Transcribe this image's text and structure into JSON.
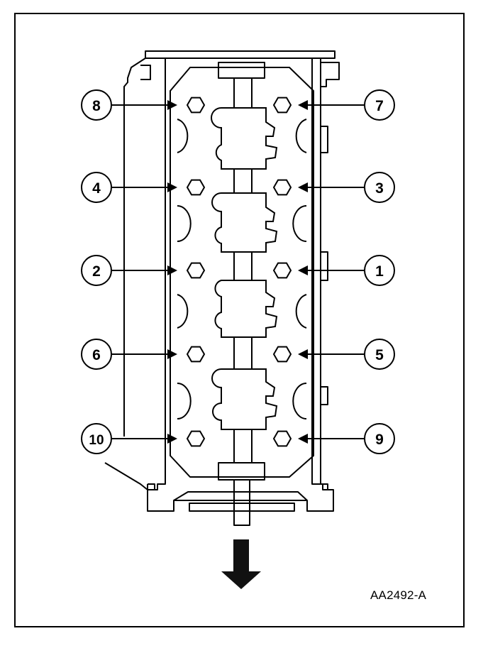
{
  "figure_id": "AA2492-A",
  "bolt_callouts": [
    {
      "label": "8",
      "side": "left",
      "row": 0
    },
    {
      "label": "7",
      "side": "right",
      "row": 0
    },
    {
      "label": "4",
      "side": "left",
      "row": 1
    },
    {
      "label": "3",
      "side": "right",
      "row": 1
    },
    {
      "label": "2",
      "side": "left",
      "row": 2
    },
    {
      "label": "1",
      "side": "right",
      "row": 2
    },
    {
      "label": "6",
      "side": "left",
      "row": 3
    },
    {
      "label": "5",
      "side": "right",
      "row": 3
    },
    {
      "label": "10",
      "side": "left",
      "row": 4
    },
    {
      "label": "9",
      "side": "right",
      "row": 4
    }
  ],
  "colors": {
    "line": "#000000",
    "background": "#ffffff",
    "arrow": "#111111"
  },
  "icons": {
    "direction": "down-arrow-icon"
  }
}
